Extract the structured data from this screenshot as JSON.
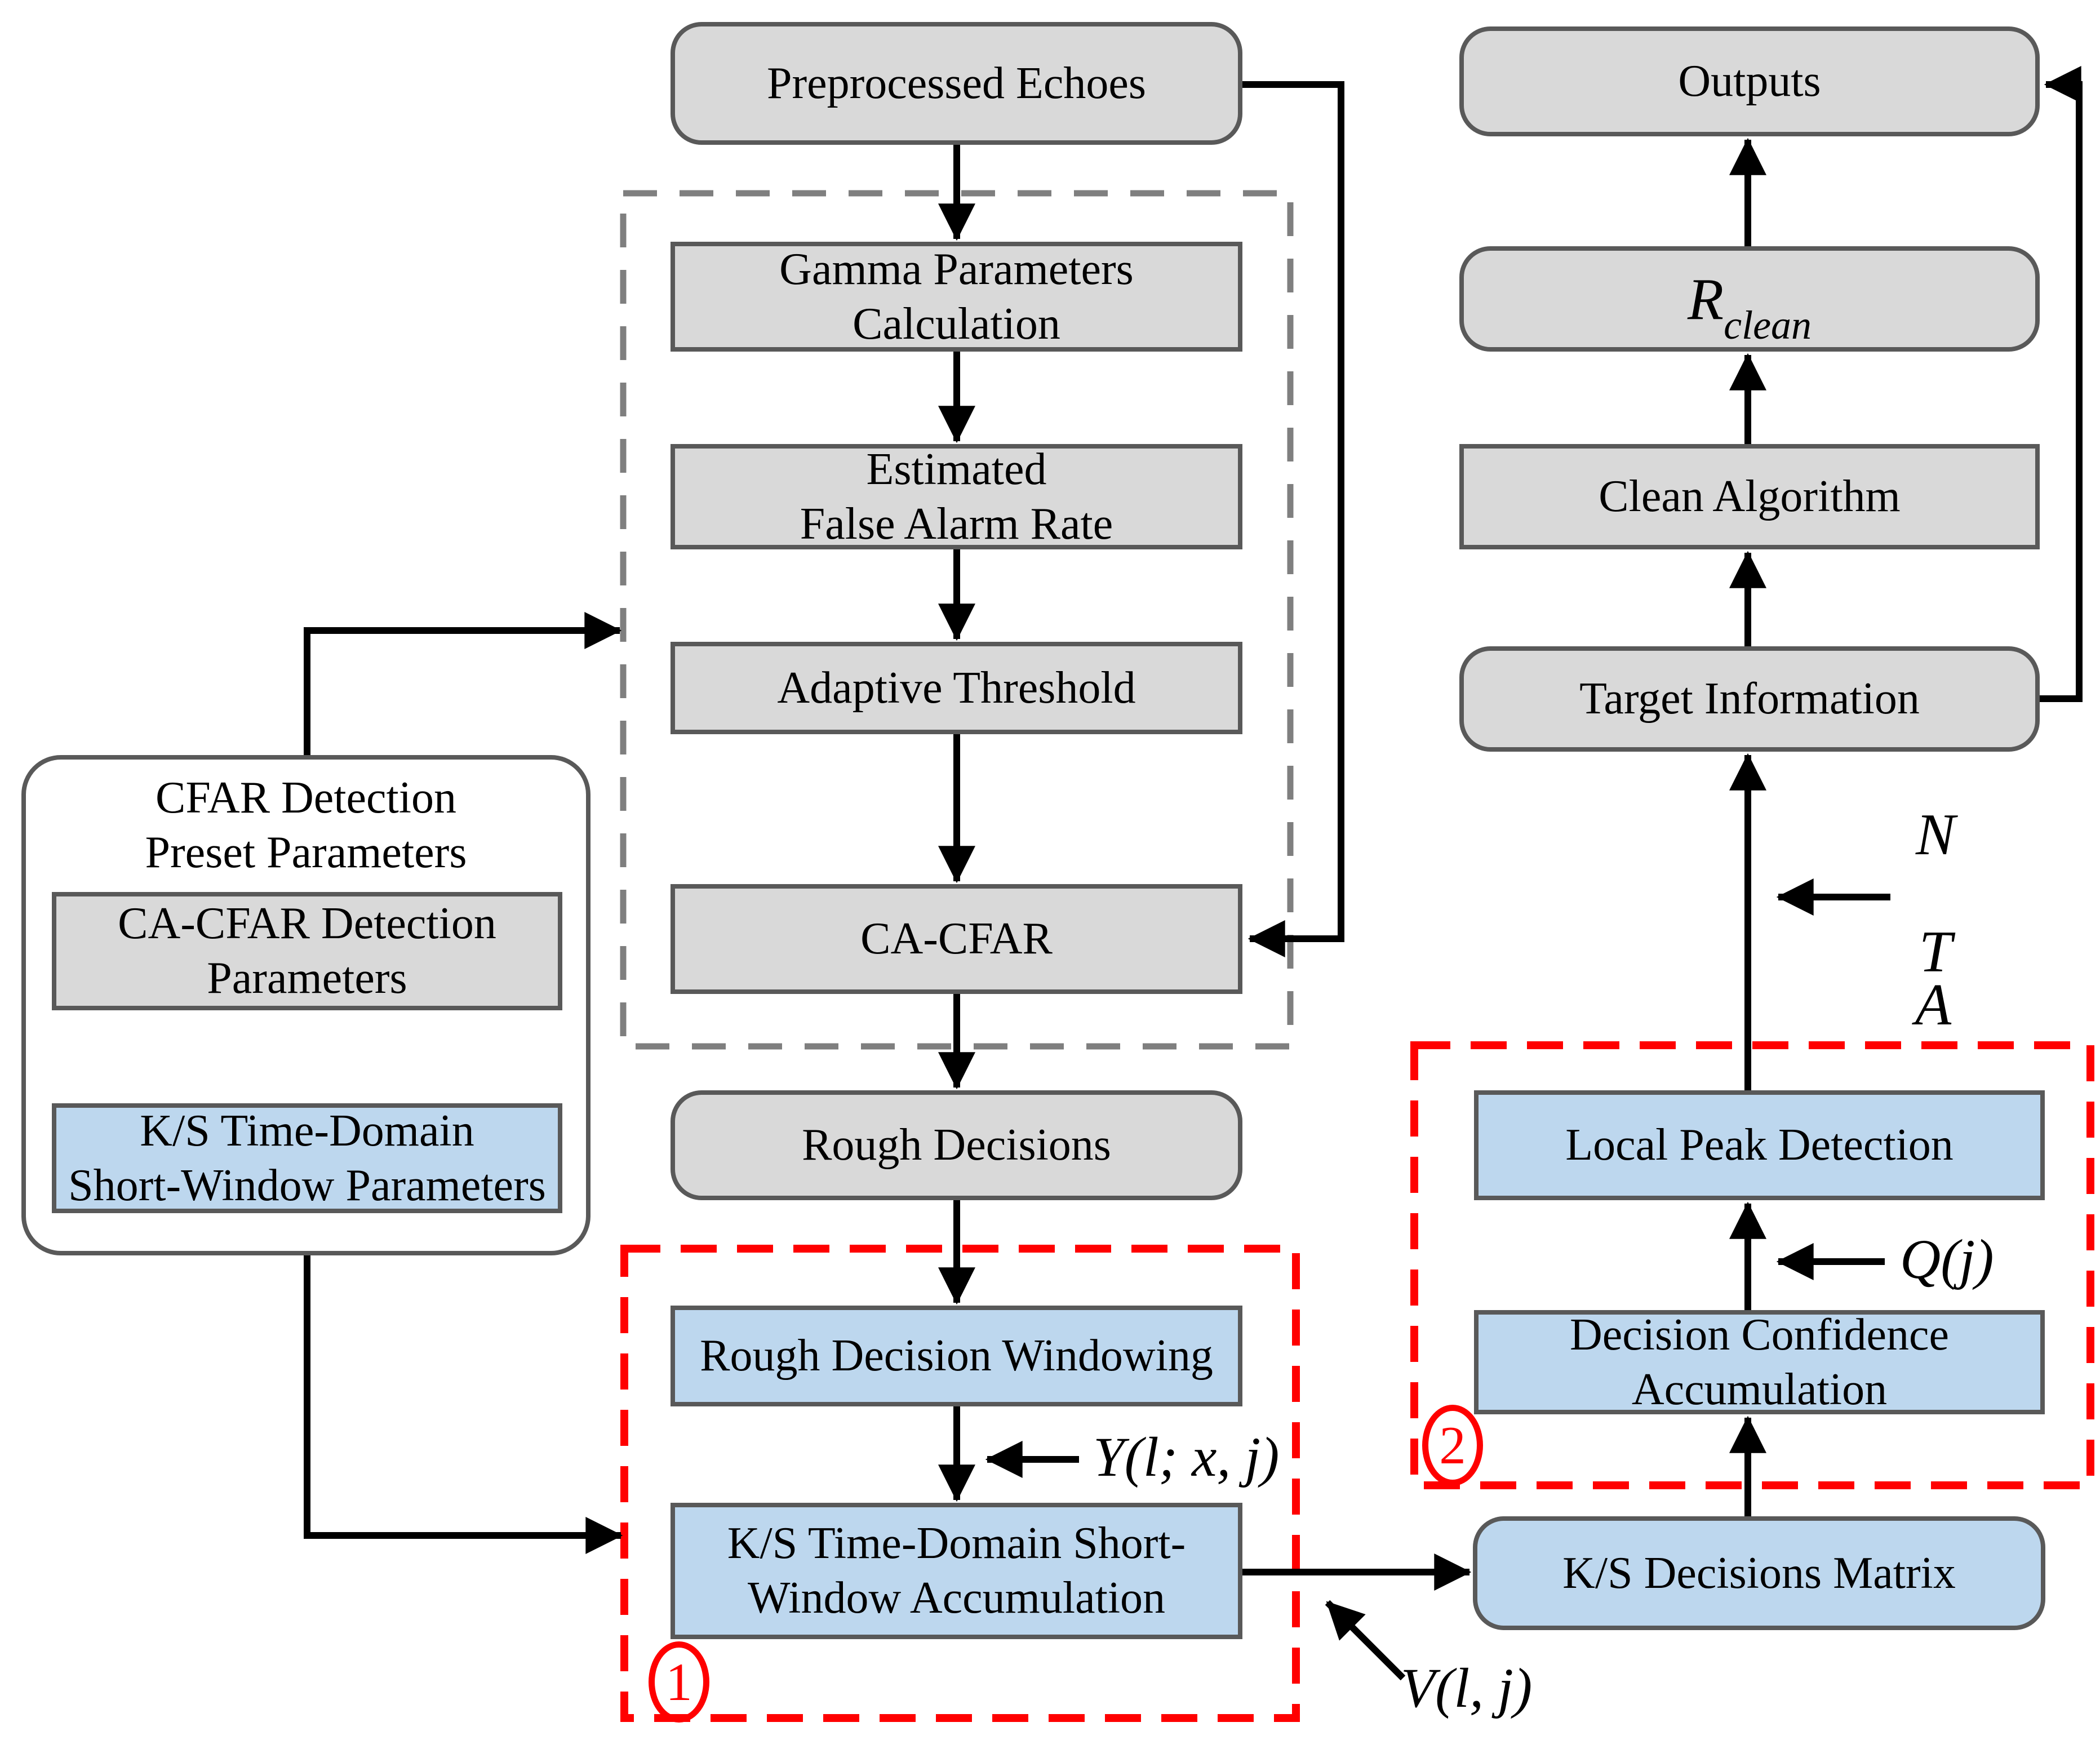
{
  "middle": {
    "preprocessed": "Preprocessed Echoes",
    "gamma_l1": "Gamma Parameters",
    "gamma_l2": "Calculation",
    "efar_l1": "Estimated",
    "efar_l2": "False Alarm Rate",
    "adaptive": "Adaptive Threshold",
    "ca_cfar": "CA-CFAR",
    "rough_decisions": "Rough Decisions",
    "windowing": "Rough Decision Windowing",
    "ks_acc_l1": "K/S Time-Domain Short-",
    "ks_acc_l2": "Window Accumulation"
  },
  "left_panel": {
    "title_l1": "CFAR Detection",
    "title_l2": "Preset Parameters",
    "ca_params_l1": "CA-CFAR Detection",
    "ca_params_l2": "Parameters",
    "ks_params_l1": "K/S Time-Domain",
    "ks_params_l2": "Short-Window Parameters"
  },
  "right": {
    "outputs": "Outputs",
    "r_clean_base": "R",
    "r_clean_sub": "clean",
    "clean_algorithm": "Clean Algorithm",
    "target_information": "Target Information",
    "local_peak": "Local Peak Detection",
    "dca_l1": "Decision Confidence",
    "dca_l2": "Accumulation",
    "ks_matrix": "K/S Decisions Matrix"
  },
  "annotations": {
    "y_label": "Y(l; x, j)",
    "v_label": "V(l, j)",
    "q_label": "Q(j)",
    "n_label": "N",
    "t_label": "T",
    "a_label": "A",
    "region1_badge": "1",
    "region2_badge": "2"
  },
  "colors": {
    "box_gray": "#d9d9d9",
    "box_blue": "#bdd7ee",
    "box_border": "#595959",
    "dashed_gray": "#7f7f7f",
    "dashed_red": "#ff0000",
    "arrow": "#000000"
  }
}
